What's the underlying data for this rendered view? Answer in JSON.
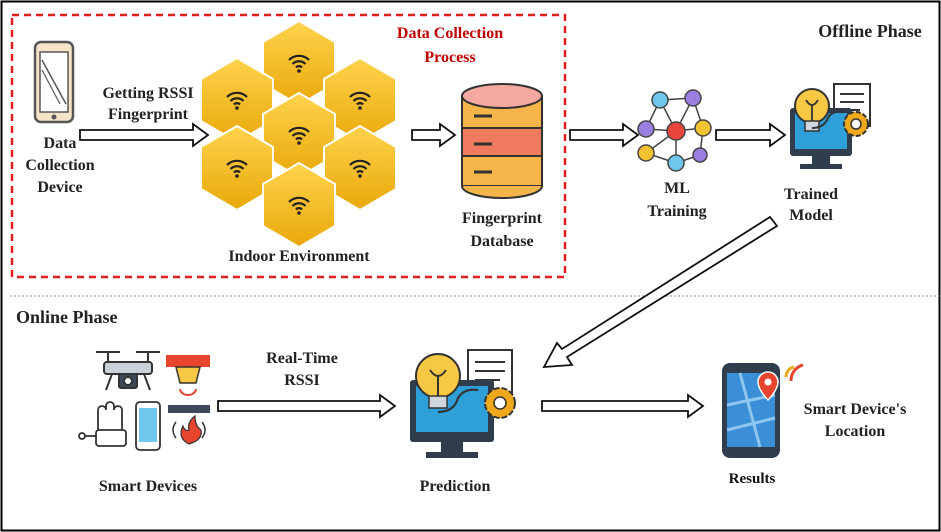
{
  "offline": {
    "title": "Offline Phase",
    "process_title_line1": "Data Collection",
    "process_title_line2": "Process",
    "device_label": [
      "Data",
      "Collection",
      "Device"
    ],
    "rssi_label": [
      "Getting RSSI",
      "Fingerprint"
    ],
    "environment_label": "Indoor Environment",
    "database_label": [
      "Fingerprint",
      "Database"
    ],
    "ml_label": [
      "ML",
      "Training"
    ],
    "model_label": [
      "Trained",
      "Model"
    ]
  },
  "online": {
    "title": "Online Phase",
    "smart_devices_label": "Smart Devices",
    "realtime_label": [
      "Real-Time",
      "RSSI"
    ],
    "prediction_label": "Prediction",
    "results_label": "Results",
    "location_label": [
      "Smart Device's",
      "Location"
    ]
  },
  "colors": {
    "process_border": "#e01e1e",
    "process_title": "#c00000",
    "hex_fill": "#f2b90f",
    "db_top": "#f4a8a0",
    "db_mid": "#f07a5d",
    "db_body": "#f5b54a",
    "monitor": "#2f3d4c",
    "screen": "#2e9fd8",
    "bulb": "#f7c844",
    "gear": "#f0a81c",
    "pin": "#e8452f",
    "map": "#3a8fd6"
  },
  "icons": [
    "smartphone-icon",
    "wifi-icon",
    "database-icon",
    "neural-network-icon",
    "ai-monitor-icon",
    "drone-icon",
    "smartwatch-icon",
    "fire-alarm-icon",
    "location-pin-icon"
  ]
}
